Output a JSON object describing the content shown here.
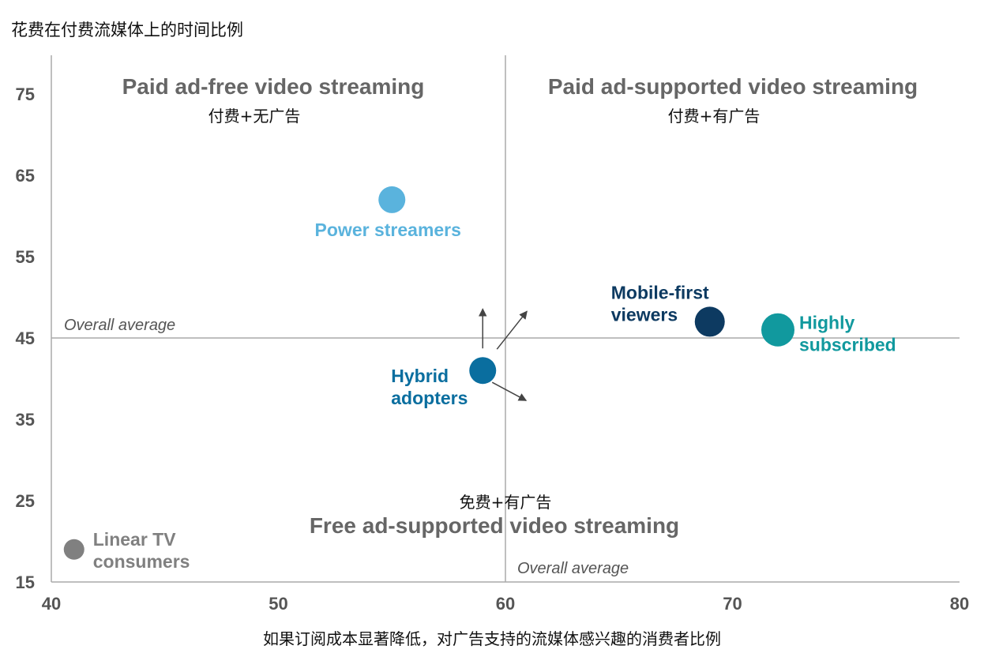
{
  "chart_data": {
    "type": "scatter",
    "title": "",
    "xlabel": "如果订阅成本显著降低，对广告支持的流媒体感兴趣的消费者比例",
    "ylabel": "花费在付费流媒体上的时间比例",
    "xlim": [
      40,
      80
    ],
    "ylim": [
      15,
      80
    ],
    "x_ticks": [
      40,
      50,
      60,
      70,
      80
    ],
    "y_ticks": [
      15,
      25,
      35,
      45,
      55,
      65,
      75
    ],
    "grid": false,
    "reference_lines": [
      {
        "axis": "x",
        "value": 60,
        "label": "Overall average"
      },
      {
        "axis": "y",
        "value": 45,
        "label": "Overall average"
      }
    ],
    "quadrants": [
      {
        "title": "Paid ad-free video streaming",
        "subtitle": "付费+无广告",
        "position": "top-left"
      },
      {
        "title": "Paid ad-supported video streaming",
        "subtitle": "付费+有广告",
        "position": "top-right"
      },
      {
        "title": "Free ad-supported video streaming",
        "subtitle": "免费+有广告",
        "position": "bottom-center"
      }
    ],
    "points": [
      {
        "label": "Power streamers",
        "x": 55,
        "y": 62,
        "color": "#5ab3dd"
      },
      {
        "label": "Mobile-first viewers",
        "x": 69,
        "y": 47,
        "color": "#0d3a61"
      },
      {
        "label": "Highly subscribed",
        "x": 72,
        "y": 46,
        "color": "#11999e"
      },
      {
        "label": "Hybrid adopters",
        "x": 59,
        "y": 41,
        "color": "#0a6e9f"
      },
      {
        "label": "Linear TV consumers",
        "x": 41,
        "y": 19,
        "color": "#808080"
      }
    ],
    "arrows": [
      {
        "from": "Hybrid adopters",
        "direction": "up"
      },
      {
        "from": "Hybrid adopters",
        "direction": "up-right"
      },
      {
        "from": "Hybrid adopters",
        "direction": "down-right"
      }
    ],
    "colors": {
      "axis": "#aaaaaa",
      "tick_label": "#555555",
      "quadrant_title": "#666666",
      "average_label": "#555555"
    }
  }
}
